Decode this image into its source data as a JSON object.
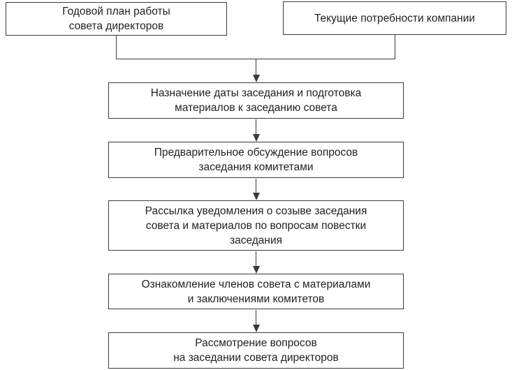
{
  "diagram": {
    "colors": {
      "background": "#ffffff",
      "box_border": "#3a3a3a",
      "text": "#1f1f1f",
      "arrow": "#3a3a3a"
    },
    "sources": [
      {
        "id": "annual-plan",
        "label": "Годовой план работы\nсовета директоров"
      },
      {
        "id": "current-needs",
        "label": "Текущие потребности компании"
      }
    ],
    "steps": [
      {
        "id": "set-date",
        "label": "Назначение даты заседания и подготовка\nматериалов к заседанию совета"
      },
      {
        "id": "pre-discussion",
        "label": "Предварительное обсуждение вопросов\nзаседания комитетами"
      },
      {
        "id": "send-notice",
        "label": "Рассылка уведомления о созыве заседания\nсовета и материалов по вопросам повестки\nзаседания"
      },
      {
        "id": "review",
        "label": "Ознакомление членов совета с материалами\nи заключениями комитетов"
      },
      {
        "id": "consider",
        "label": "Рассмотрение вопросов\nна заседании совета директоров"
      }
    ]
  }
}
